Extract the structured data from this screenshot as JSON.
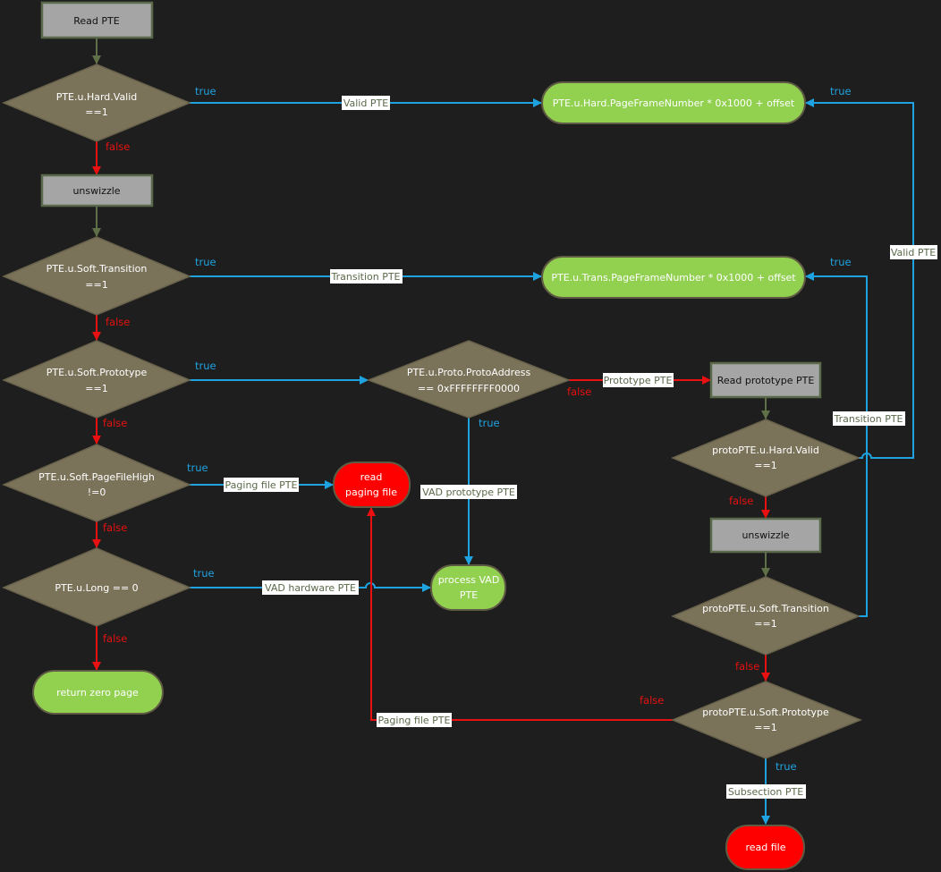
{
  "title": "PTE translation flowchart",
  "colors": {
    "background": "#1e1e1e",
    "true_edge": "#1fa3e0",
    "false_edge": "#e81010",
    "flow_edge": "#5f6f47",
    "decision_fill": "#7a7259",
    "process_fill": "#a5a5a5",
    "terminal_ok_fill": "#92d050",
    "terminal_io_fill": "#ff0000"
  },
  "nodes": {
    "read_pte": {
      "label": "Read PTE",
      "type": "process"
    },
    "hard_valid": {
      "lines": [
        "PTE.u.Hard.Valid",
        "==1"
      ],
      "type": "decision"
    },
    "unswizzle1": {
      "label": "unswizzle",
      "type": "process"
    },
    "soft_transition": {
      "lines": [
        "PTE.u.Soft.Transition",
        "==1"
      ],
      "type": "decision"
    },
    "soft_prototype": {
      "lines": [
        "PTE.u.Soft.Prototype",
        "==1"
      ],
      "type": "decision"
    },
    "soft_pagefilehigh": {
      "lines": [
        "PTE.u.Soft.PageFileHigh",
        "!=0"
      ],
      "type": "decision"
    },
    "long_zero": {
      "lines": [
        "PTE.u.Long == 0"
      ],
      "type": "decision"
    },
    "return_zero": {
      "label": "return zero page",
      "type": "terminal-ok"
    },
    "hard_pfn": {
      "label": "PTE.u.Hard.PageFrameNumber * 0x1000 + offset",
      "type": "terminal-ok"
    },
    "trans_pfn": {
      "label": "PTE.u.Trans.PageFrameNumber * 0x1000 + offset",
      "type": "terminal-ok"
    },
    "proto_address": {
      "lines": [
        "PTE.u.Proto.ProtoAddress",
        "== 0xFFFFFFFF0000"
      ],
      "type": "decision"
    },
    "read_proto": {
      "label": "Read prototype PTE",
      "type": "process"
    },
    "read_paging_file": {
      "lines": [
        "read",
        "paging file"
      ],
      "type": "terminal-io"
    },
    "process_vad": {
      "lines": [
        "process VAD",
        "PTE"
      ],
      "type": "terminal-ok"
    },
    "proto_hard_valid": {
      "lines": [
        "protoPTE.u.Hard.Valid",
        "==1"
      ],
      "type": "decision"
    },
    "unswizzle2": {
      "label": "unswizzle",
      "type": "process"
    },
    "proto_soft_transition": {
      "lines": [
        "protoPTE.u.Soft.Transition",
        "==1"
      ],
      "type": "decision"
    },
    "proto_soft_prototype": {
      "lines": [
        "protoPTE.u.Soft.Prototype",
        "==1"
      ],
      "type": "decision"
    },
    "read_file": {
      "label": "read file",
      "type": "terminal-io"
    }
  },
  "branch_labels": {
    "true": "true",
    "false": "false"
  },
  "edge_labels": {
    "valid_pte": "Valid PTE",
    "transition_pte": "Transition PTE",
    "prototype_pte": "Prototype PTE",
    "paging_file_pte": "Paging file PTE",
    "vad_prototype_pte": "VAD prototype PTE",
    "vad_hardware_pte": "VAD hardware PTE",
    "proto_valid_pte": "Valid PTE",
    "proto_transition_pte": "Transition PTE",
    "proto_paging_file_pte": "Paging file PTE",
    "subsection_pte": "Subsection PTE"
  }
}
